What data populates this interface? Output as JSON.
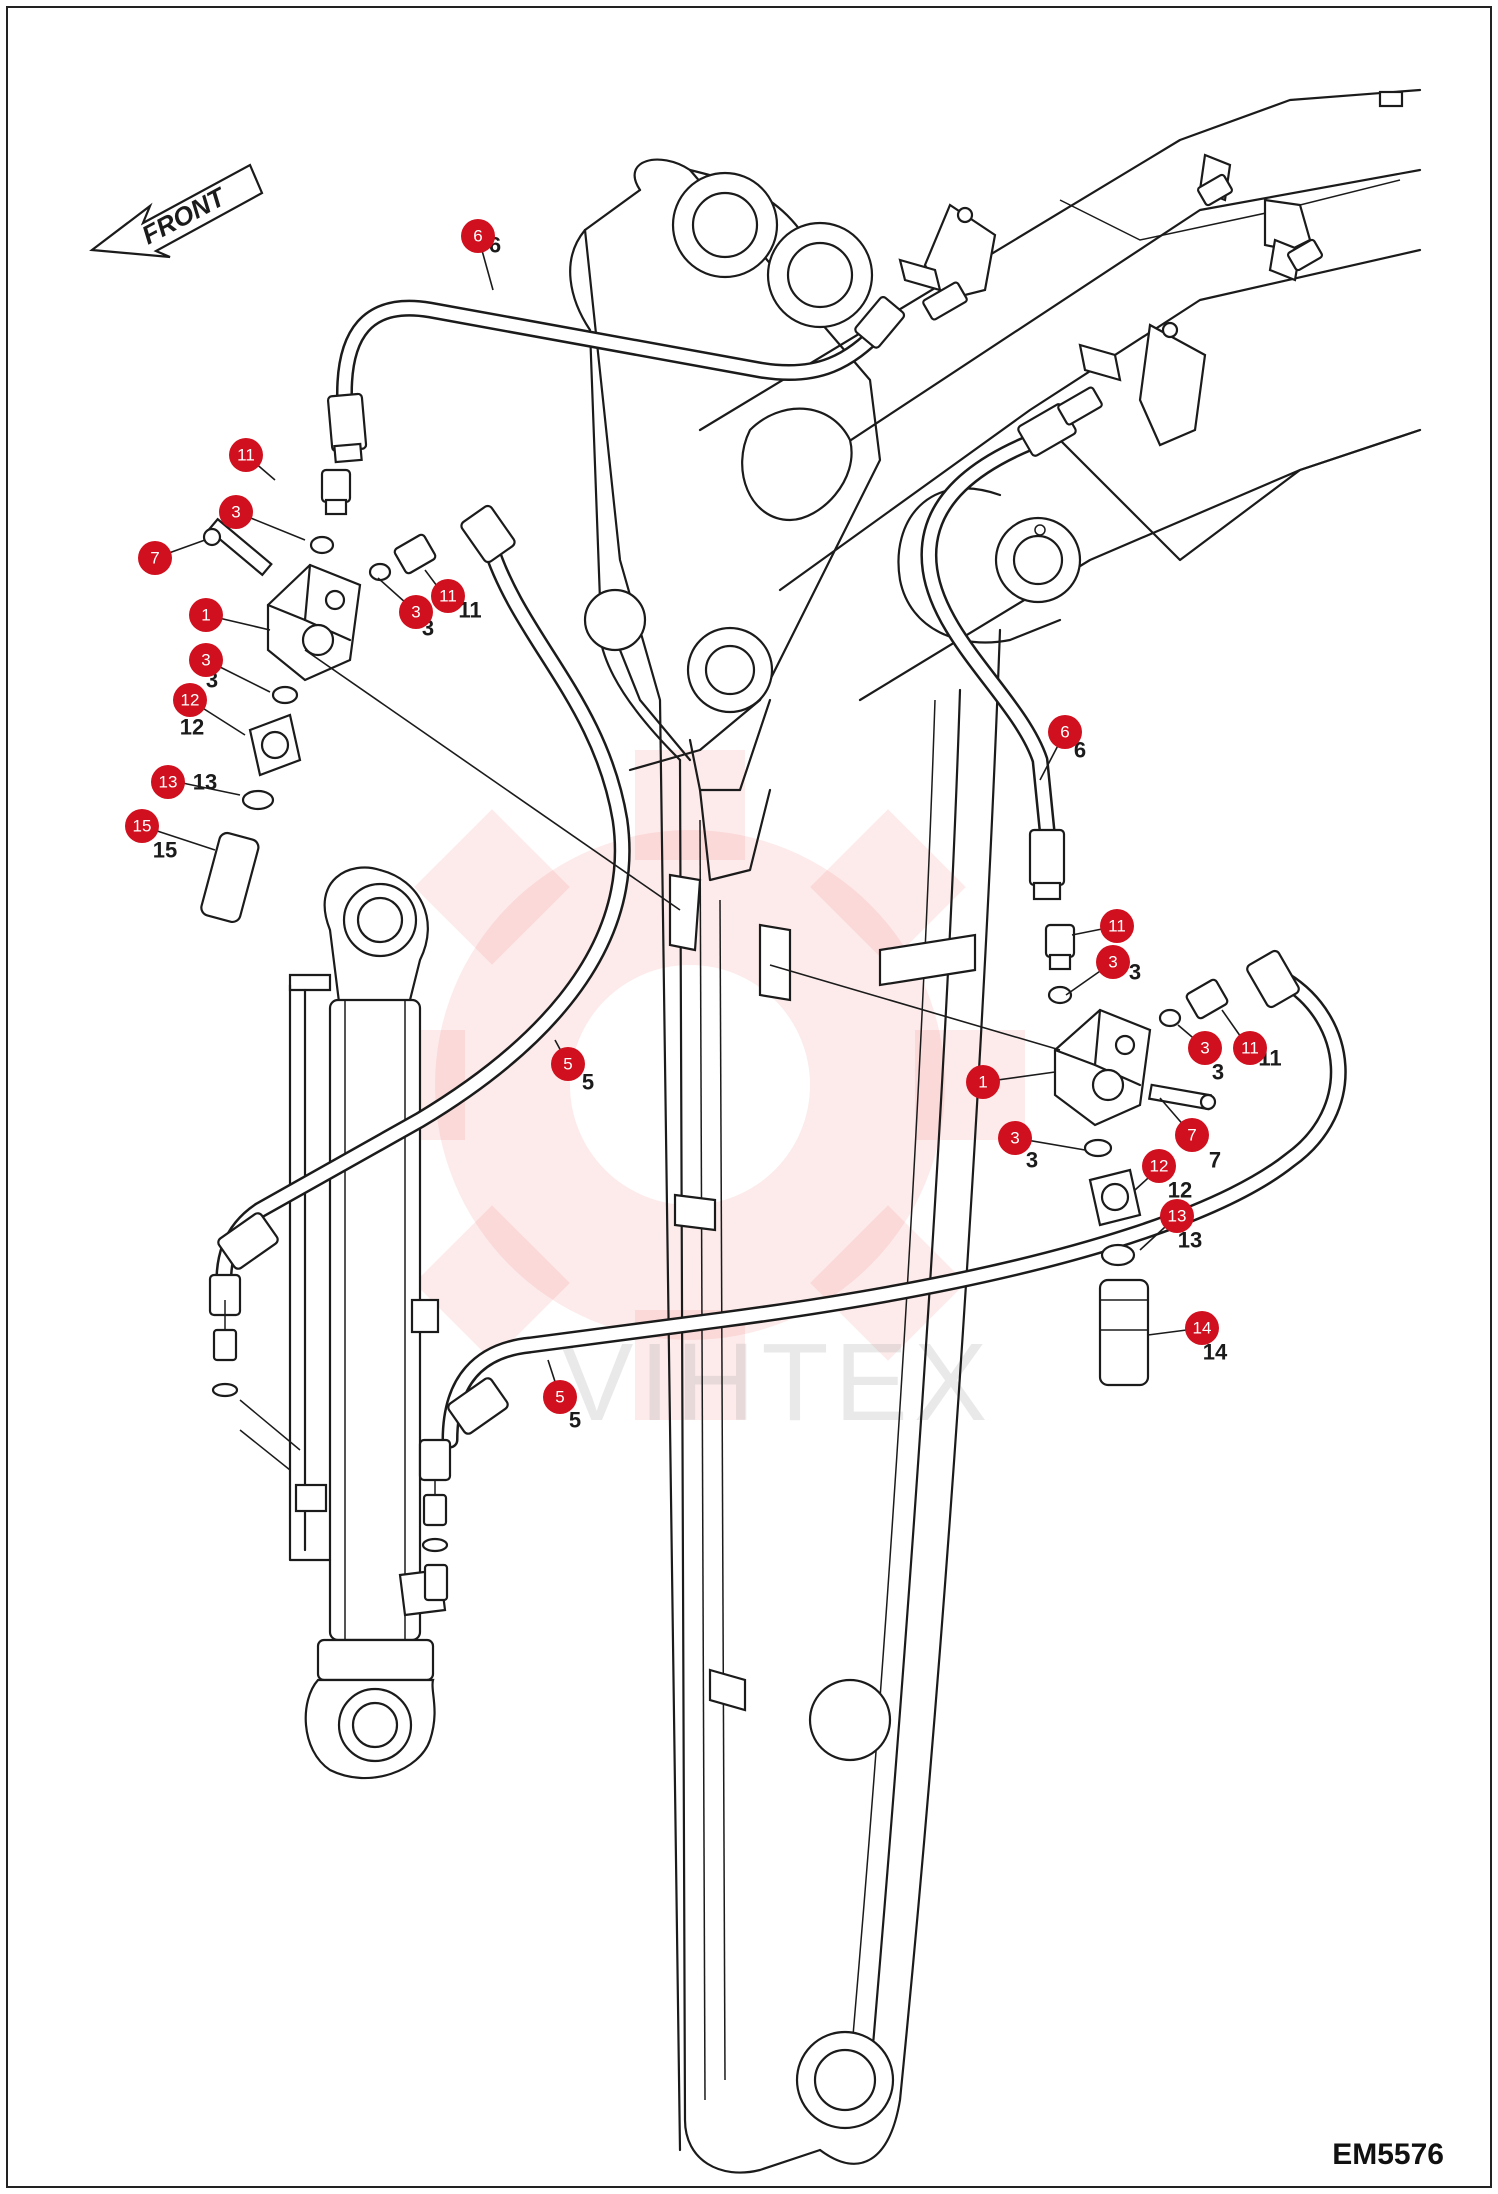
{
  "orientation_label": "FRONT",
  "drawing_code": "EM5576",
  "watermark_text": "VIHTEX",
  "accent_color": "#d0101e",
  "callouts": [
    {
      "id": "c6a",
      "number": "6"
    },
    {
      "id": "c11a",
      "number": "11"
    },
    {
      "id": "c3a",
      "number": "3"
    },
    {
      "id": "c7a",
      "number": "7"
    },
    {
      "id": "c1a",
      "number": "1"
    },
    {
      "id": "c3b",
      "number": "3"
    },
    {
      "id": "c11b",
      "number": "11"
    },
    {
      "id": "c3c",
      "number": "3"
    },
    {
      "id": "c12a",
      "number": "12"
    },
    {
      "id": "c13a",
      "number": "13"
    },
    {
      "id": "c15a",
      "number": "15"
    },
    {
      "id": "c5a",
      "number": "5"
    },
    {
      "id": "c6b",
      "number": "6"
    },
    {
      "id": "c11c",
      "number": "11"
    },
    {
      "id": "c3d",
      "number": "3"
    },
    {
      "id": "c3e",
      "number": "3"
    },
    {
      "id": "c11d",
      "number": "11"
    },
    {
      "id": "c1b",
      "number": "1"
    },
    {
      "id": "c3f",
      "number": "3"
    },
    {
      "id": "c7b",
      "number": "7"
    },
    {
      "id": "c12b",
      "number": "12"
    },
    {
      "id": "c13b",
      "number": "13"
    },
    {
      "id": "c14a",
      "number": "14"
    },
    {
      "id": "c5b",
      "number": "5"
    }
  ],
  "printed_numbers": [
    "6",
    "11",
    "3",
    "3",
    "12",
    "13",
    "15",
    "5",
    "3",
    "3",
    "11",
    "3",
    "7",
    "12",
    "13",
    "14",
    "5",
    "6"
  ]
}
